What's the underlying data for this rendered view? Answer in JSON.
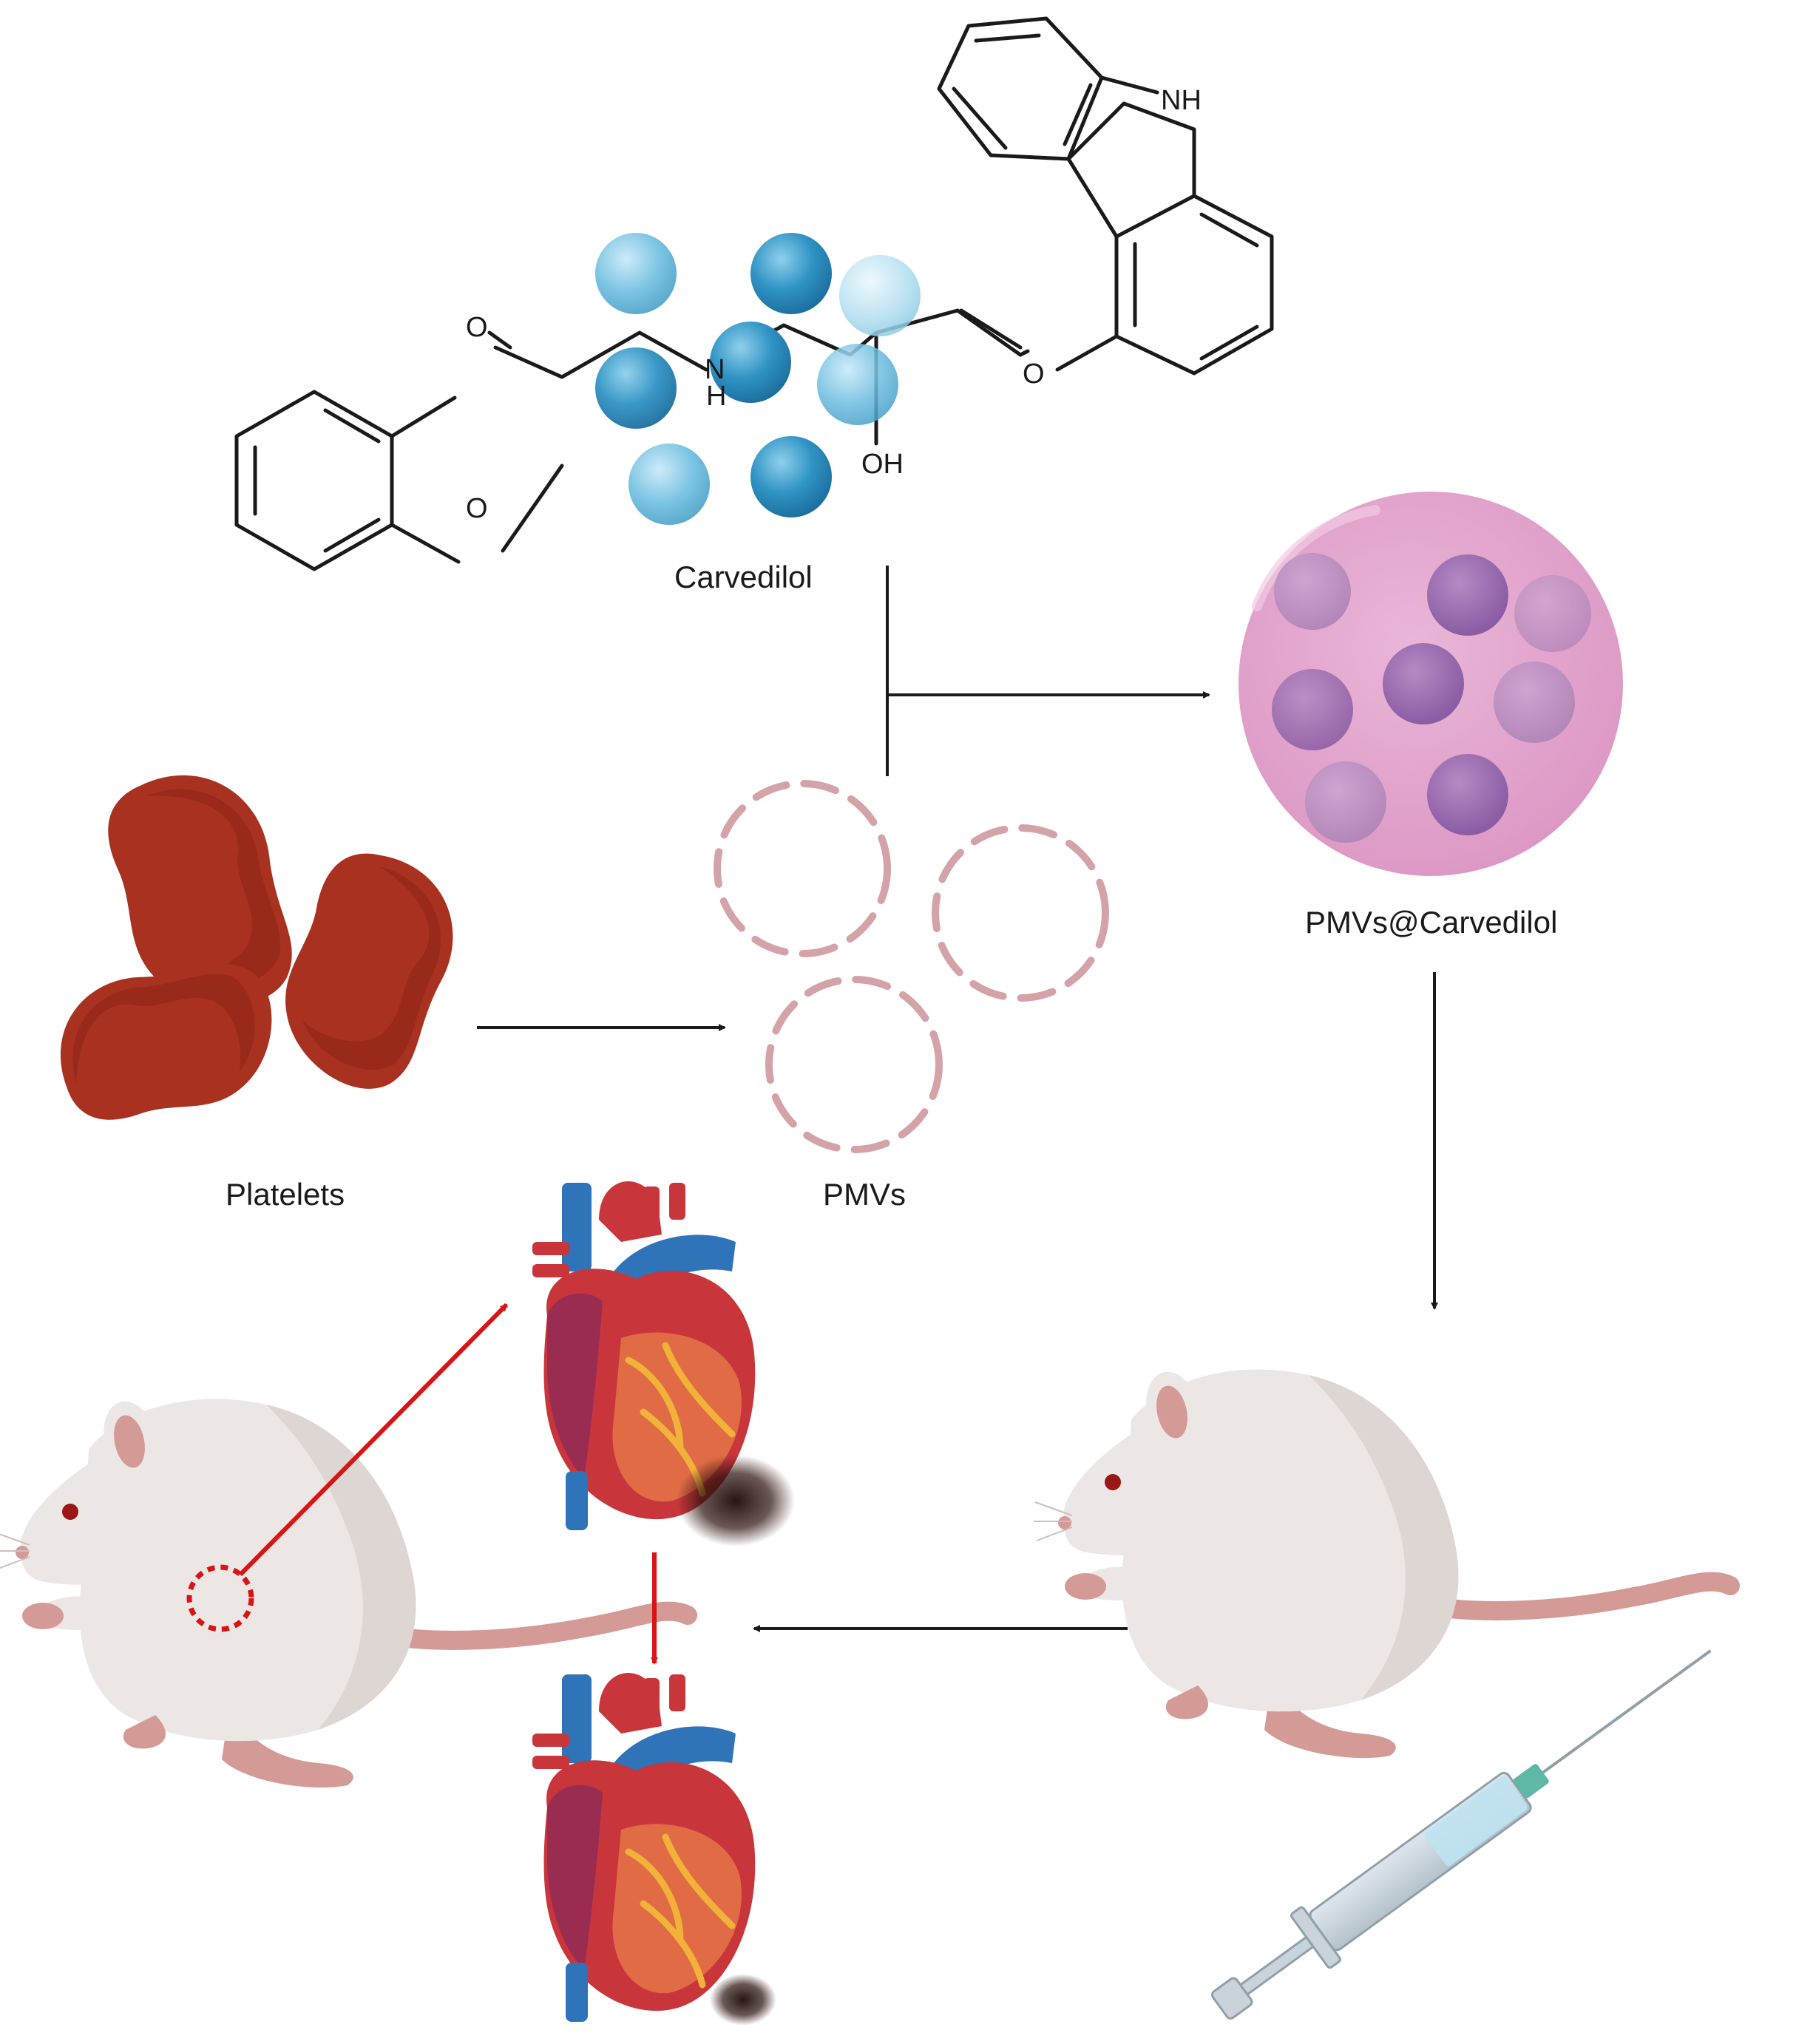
{
  "labels": {
    "carvedilol": "Carvedilol",
    "pmvs_carvedilol": "PMVs@Carvedilol",
    "platelets": "Platelets",
    "pmvs": "PMVs"
  },
  "molecule_atoms": {
    "nh_indole": "NH",
    "n_amine": "N",
    "h_amine": "H",
    "o_ether_left": "O",
    "o_methoxy": "O",
    "o_ether_right": "O",
    "oh": "OH"
  },
  "colors": {
    "arrow_black": "#1a1a1a",
    "arrow_red": "#d81414",
    "platelet": "#a8321f",
    "vesicle_dash": "#d4a3a8",
    "nanoparticle": "#e3a9cf",
    "drug_sphere": "#4aa8d0",
    "heart_red": "#c8363c",
    "vessel_blue": "#2f73b8",
    "rat_body": "#ece7e5",
    "rat_pink": "#d39a96"
  },
  "icons": [
    "carvedilol-structure",
    "drug-sphere",
    "platelet",
    "vesicle",
    "nanoparticle",
    "rat",
    "heart",
    "syringe",
    "injury-circle"
  ]
}
